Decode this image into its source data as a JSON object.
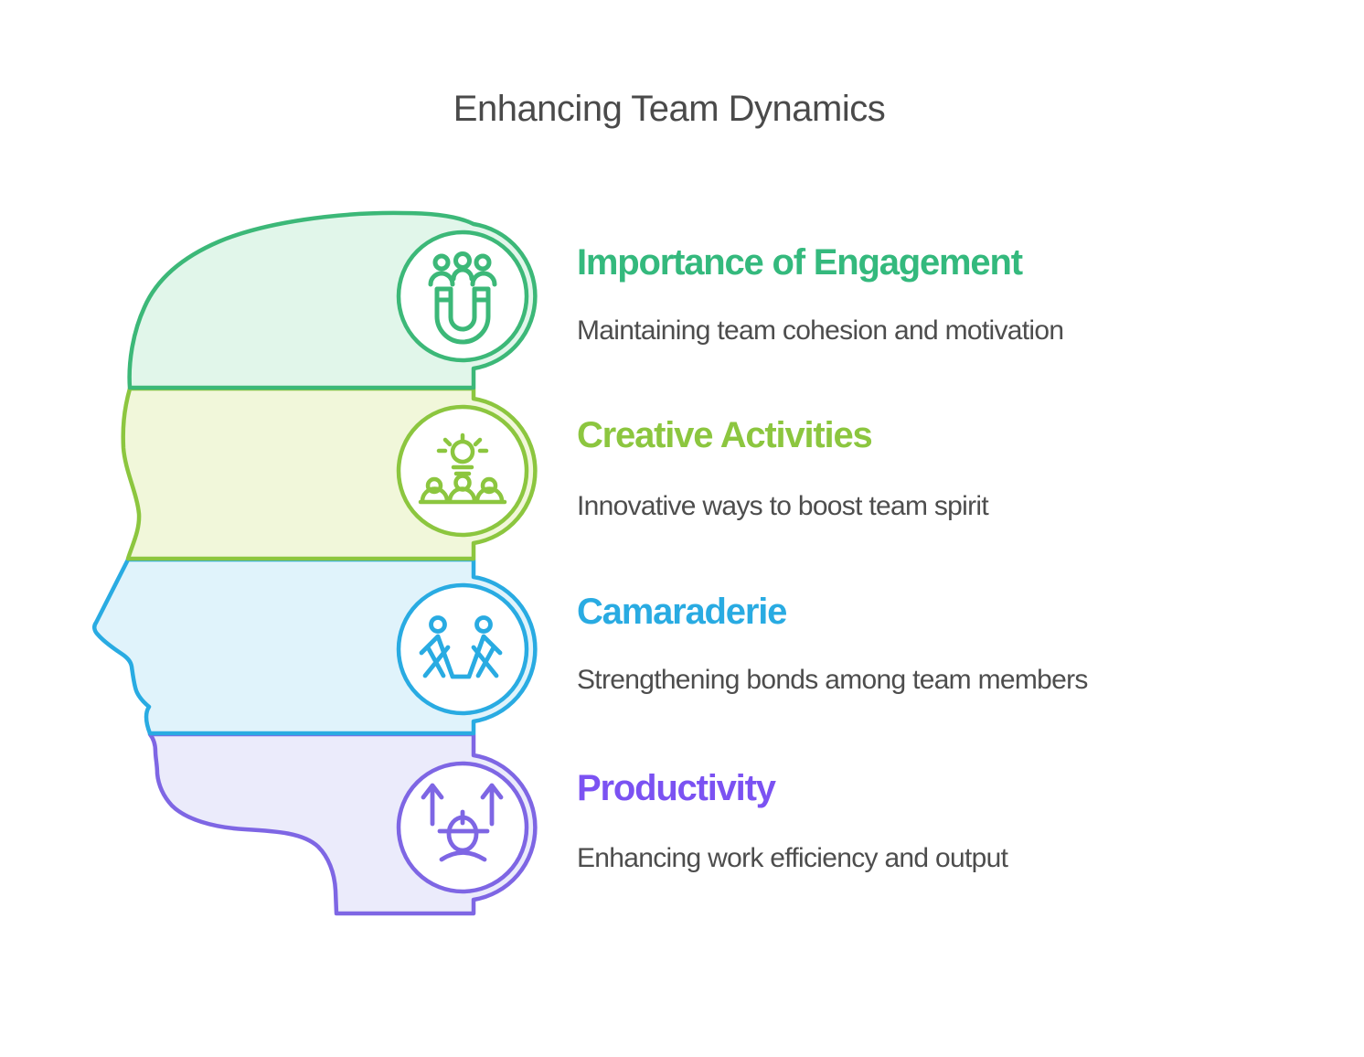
{
  "title": "Enhancing Team Dynamics",
  "palette": {
    "background": "#ffffff",
    "title_color": "#4a4a4a",
    "body_text_color": "#4d4d4d",
    "circle_fill": "#ffffff"
  },
  "sections": [
    {
      "heading": "Importance of Engagement",
      "description": "Maintaining team cohesion and motivation",
      "accent": "#34b97d",
      "stroke": "#3cb878",
      "fill": "#e1f6ea",
      "icon": "team-magnet-icon"
    },
    {
      "heading": "Creative Activities",
      "description": "Innovative ways to boost team spirit",
      "accent": "#8cc63f",
      "stroke": "#8cc63f",
      "fill": "#f1f7da",
      "icon": "lightbulb-team-icon"
    },
    {
      "heading": "Camaraderie",
      "description": "Strengthening bonds among team members",
      "accent": "#29abe2",
      "stroke": "#29abe2",
      "fill": "#e0f3fb",
      "icon": "people-holding-hands-icon"
    },
    {
      "heading": "Productivity",
      "description": "Enhancing work efficiency and output",
      "accent": "#7b52f2",
      "stroke": "#7e66e4",
      "fill": "#ebebfb",
      "icon": "worker-up-arrows-icon"
    }
  ]
}
